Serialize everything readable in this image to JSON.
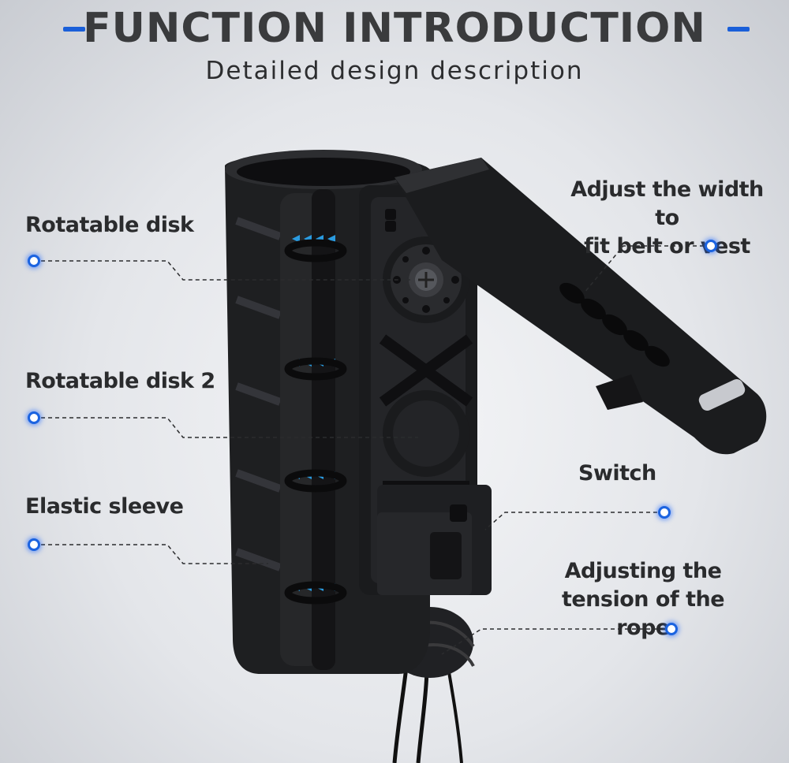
{
  "header": {
    "title": "FUNCTION INTRODUCTION",
    "subtitle": "Detailed design description"
  },
  "callouts": {
    "rotatable_disk": "Rotatable disk",
    "rotatable_disk_2": "Rotatable disk 2",
    "elastic_sleeve": "Elastic sleeve",
    "adjust_width_line1": "Adjust the width to",
    "adjust_width_line2": "fit belt or vest",
    "switch": "Switch",
    "tension_line1": "Adjusting the",
    "tension_line2": "tension of the rope"
  },
  "colors": {
    "accent": "#1b63e0",
    "title": "#3a3b3d",
    "product": "#1c1d1f"
  },
  "icons": [
    "callout-dot-icon",
    "title-dash-icon"
  ]
}
